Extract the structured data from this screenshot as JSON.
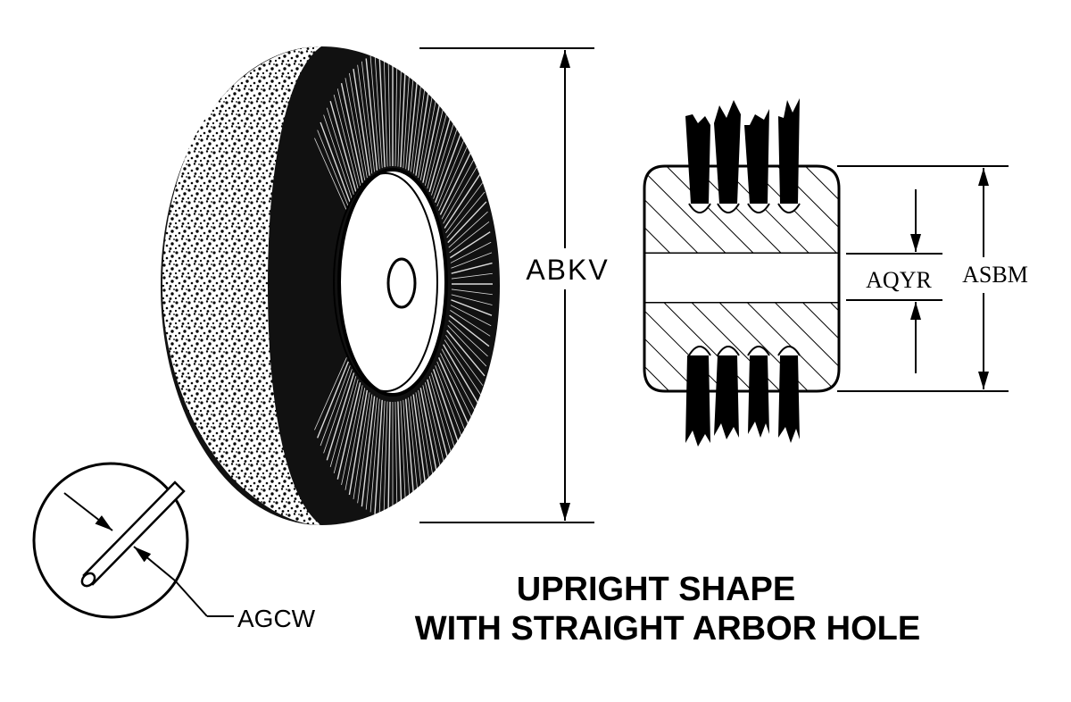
{
  "labels": {
    "overall_diameter": "ABKV",
    "arbor_hole": "AQYR",
    "face_width": "ASBM",
    "wire_diameter": "AGCW"
  },
  "caption": {
    "line1": "UPRIGHT SHAPE",
    "line2": "WITH STRAIGHT ARBOR HOLE"
  },
  "colors": {
    "ink": "#000000",
    "paper": "#ffffff"
  }
}
